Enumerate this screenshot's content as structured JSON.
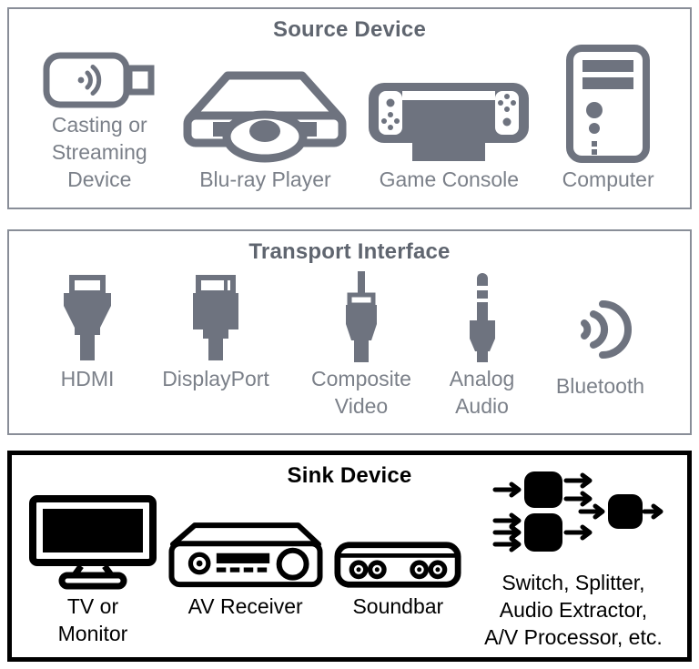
{
  "colors": {
    "gray_icon": "#6e737f",
    "gray_label": "#7b8089",
    "gray_title": "#5f656f",
    "gray_border": "#898e98",
    "black": "#000000",
    "background": "#ffffff"
  },
  "sections": [
    {
      "title": "Source Device",
      "items": [
        {
          "label": "Casting or\nStreaming\nDevice",
          "icon": "casting-streaming-device-icon"
        },
        {
          "label": "Blu-ray Player",
          "icon": "blu-ray-player-icon"
        },
        {
          "label": "Game Console",
          "icon": "game-console-icon"
        },
        {
          "label": "Computer",
          "icon": "computer-tower-icon"
        }
      ]
    },
    {
      "title": "Transport Interface",
      "items": [
        {
          "label": "HDMI",
          "icon": "hdmi-connector-icon"
        },
        {
          "label": "DisplayPort",
          "icon": "displayport-connector-icon"
        },
        {
          "label": "Composite\nVideo",
          "icon": "rca-connector-icon"
        },
        {
          "label": "Analog\nAudio",
          "icon": "audio-jack-icon"
        },
        {
          "label": "Bluetooth",
          "icon": "wireless-waves-icon"
        }
      ]
    },
    {
      "title": "Sink Device",
      "items": [
        {
          "label": "TV or\nMonitor",
          "icon": "tv-monitor-icon"
        },
        {
          "label": "AV Receiver",
          "icon": "av-receiver-icon"
        },
        {
          "label": "Soundbar",
          "icon": "soundbar-icon"
        },
        {
          "label": "Switch, Splitter,\nAudio Extractor,\nA/V Processor, etc.",
          "icon": "switch-splitter-icon"
        }
      ]
    }
  ]
}
